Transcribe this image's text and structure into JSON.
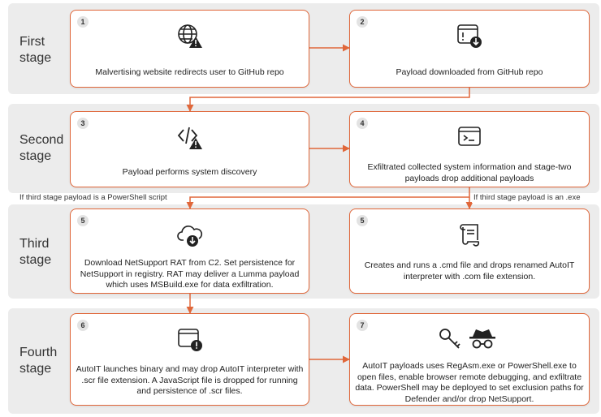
{
  "stages": [
    {
      "label": "First stage"
    },
    {
      "label": "Second stage"
    },
    {
      "label": "Third stage"
    },
    {
      "label": "Fourth stage"
    }
  ],
  "cards": [
    {
      "num": "1",
      "icon": "globe-warning-icon",
      "text": "Malvertising website redirects user to GitHub repo"
    },
    {
      "num": "2",
      "icon": "download-window-icon",
      "text": "Payload downloaded from GitHub repo"
    },
    {
      "num": "3",
      "icon": "code-warning-icon",
      "text": "Payload performs system discovery"
    },
    {
      "num": "4",
      "icon": "terminal-icon",
      "text": "Exfiltrated collected system information and stage-two payloads drop additional payloads"
    },
    {
      "num": "5",
      "icon": "cloud-download-icon",
      "text": "Download NetSupport RAT from C2. Set persistence for NetSupport in registry. RAT may deliver a Lumma payload which uses MSBuild.exe for data exfiltration."
    },
    {
      "num": "5",
      "icon": "script-icon",
      "text": "Creates and runs a .cmd file and drops renamed AutoIT interpreter with .com file extension."
    },
    {
      "num": "6",
      "icon": "window-alert-icon",
      "text": "AutoIT launches binary and may drop AutoIT interpreter with .scr file extension. A JavaScript file is dropped for running and persistence of .scr files."
    },
    {
      "num": "7",
      "icon": "key-spy-icon",
      "text": "AutoIT payloads uses RegAsm.exe or PowerShell.exe to open files, enable browser remote debugging, and exfiltrate data. PowerShell may be deployed to set exclusion paths for Defender and/or drop NetSupport."
    }
  ],
  "notes": {
    "left": "If third stage payload is a PowerShell script",
    "right": "If third stage payload is an .exe"
  },
  "colors": {
    "accent": "#e0673a",
    "band": "#ececec"
  }
}
